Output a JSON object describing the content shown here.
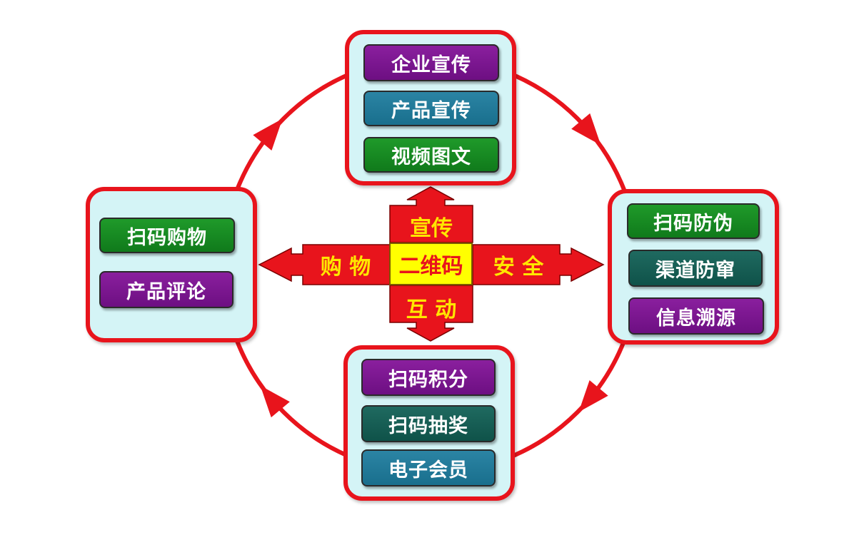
{
  "colors": {
    "accent_red": "#e8141c",
    "panel_bg": "#d4f4f6",
    "center_yellow": "#ffff00",
    "cross_text_yellow": "#ffe600",
    "purple": "#7a1690",
    "teal": "#22799a",
    "green": "#179223",
    "dark_teal": "#155d55"
  },
  "center": {
    "label": "二维码"
  },
  "cross": {
    "top": "宣传",
    "bottom": "互 动",
    "left": "购 物",
    "right": "安 全"
  },
  "groups": {
    "top": {
      "items": [
        "企业宣传",
        "产品宣传",
        "视频图文"
      ]
    },
    "right": {
      "items": [
        "扫码防伪",
        "渠道防窜",
        "信息溯源"
      ]
    },
    "bottom": {
      "items": [
        "扫码积分",
        "扫码抽奖",
        "电子会员"
      ]
    },
    "left": {
      "items": [
        "扫码购物",
        "产品评论"
      ]
    }
  }
}
